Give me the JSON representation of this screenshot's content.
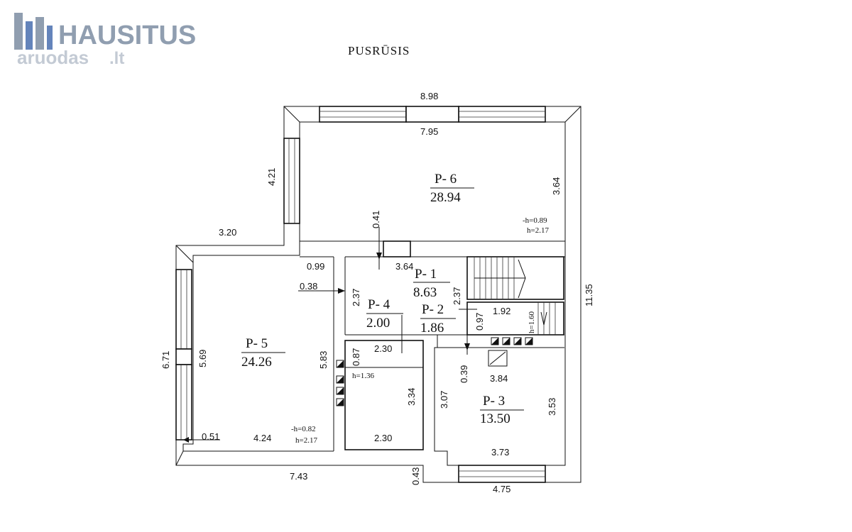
{
  "watermark": {
    "brand": "HAUSITUS",
    "site": "aruodas",
    "site_suffix": ".lt",
    "colors": {
      "logo": "#7d8ea3",
      "logo_accent": "#4a6fb0"
    }
  },
  "title": "PUSRŪSIS",
  "rooms": [
    {
      "id": "P-6",
      "label": "P- 6",
      "area": "28.94"
    },
    {
      "id": "P-5",
      "label": "P- 5",
      "area": "24.26"
    },
    {
      "id": "P-1",
      "label": "P- 1",
      "area": "8.63"
    },
    {
      "id": "P-4",
      "label": "P- 4",
      "area": "2.00"
    },
    {
      "id": "P-2",
      "label": "P- 2",
      "area": "1.86"
    },
    {
      "id": "P-3",
      "label": "P- 3",
      "area": "13.50"
    }
  ],
  "dimensions": {
    "top_total": "8.98",
    "p6_inner_width": "7.95",
    "left_upper": "4.21",
    "p6_height": "3.64",
    "opening_p6": "0.41",
    "left_step": "3.20",
    "total_height": "11.35",
    "p5_door_offset": "0.99",
    "p5_wall": "0.38",
    "p1_width": "3.64",
    "p4_height": "2.37",
    "p1_height": "2.37",
    "p2_width": "1.92",
    "p2_depth": "0.97",
    "p2_headroom": "h=1.60",
    "left_total": "6.71",
    "p5_height_left": "5.69",
    "p5_height_right": "5.83",
    "store_depth": "0.87",
    "store_width_top": "2.30",
    "store_headroom": "h=1.36",
    "store_height": "3.34",
    "store_width_bottom": "2.30",
    "p5_sill": "0.51",
    "p5_width": "4.24",
    "p5_floor": "-h=0.82",
    "p5_ceiling": "h=2.17",
    "p3_passage": "0.39",
    "p3_width_top": "3.84",
    "p3_height_left": "3.07",
    "p3_height_right": "3.53",
    "p3_width_bottom": "3.73",
    "bottom_left": "7.43",
    "bottom_step": "0.43",
    "bottom_right": "4.75",
    "p6_floor": "-h=0.89",
    "p6_ceiling": "h=2.17"
  }
}
